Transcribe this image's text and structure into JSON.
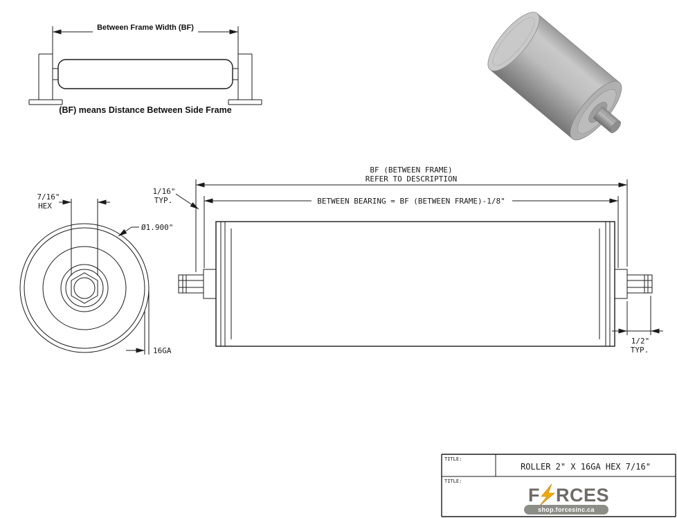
{
  "colors": {
    "line": "#1a1a1a",
    "brand_text": "#6e6b66",
    "brand_accent": "#f2a900",
    "website_bar": "#8d8d87",
    "website_text": "#ffffff"
  },
  "bf_diagram": {
    "dim_label": "Between Frame Width (BF)",
    "caption": "(BF) means Distance Between Side Frame"
  },
  "front_view": {
    "hex_size": "7/16\"",
    "hex_word": "HEX",
    "diameter": "Ø1.900\"",
    "gauge": "16GA"
  },
  "side_view": {
    "bf_line1": "BF (BETWEEN FRAME)",
    "bf_line2": "REFER TO DESCRIPTION",
    "between_bearing": "BETWEEN BEARING = BF (BETWEEN FRAME)-1/8\"",
    "left_typ_value": "1/16\"",
    "left_typ_word": "TYP.",
    "right_typ_value": "1/2\"",
    "right_typ_word": "TYP."
  },
  "title_block": {
    "label_top": "TITLE:",
    "label_bottom": "TITLE:",
    "title": "ROLLER 2\" X 16GA HEX 7/16\"",
    "brand_first": "F",
    "brand_rest": "RCES",
    "website": "shop.forcesinc.ca"
  }
}
